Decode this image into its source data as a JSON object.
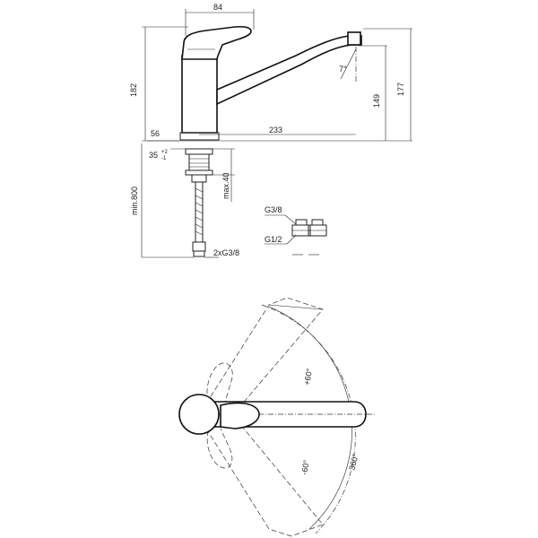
{
  "dimensions": {
    "handle_width": "84",
    "total_height": "182",
    "spout_height": "177",
    "outlet_height": "149",
    "base_offset": "56",
    "reach": "233",
    "hole_diameter": "35",
    "hole_tol_upper": "+2",
    "hole_tol_lower": "-1",
    "counter_thickness": "max.40",
    "hose_length": "min.800",
    "hose_connection": "2xG3/8",
    "outlet_angle": "7°"
  },
  "connectors": {
    "upper": "G3/8",
    "lower": "G1/2"
  },
  "rotation": {
    "up": "+60°",
    "down": "-60°",
    "full": "360°"
  }
}
